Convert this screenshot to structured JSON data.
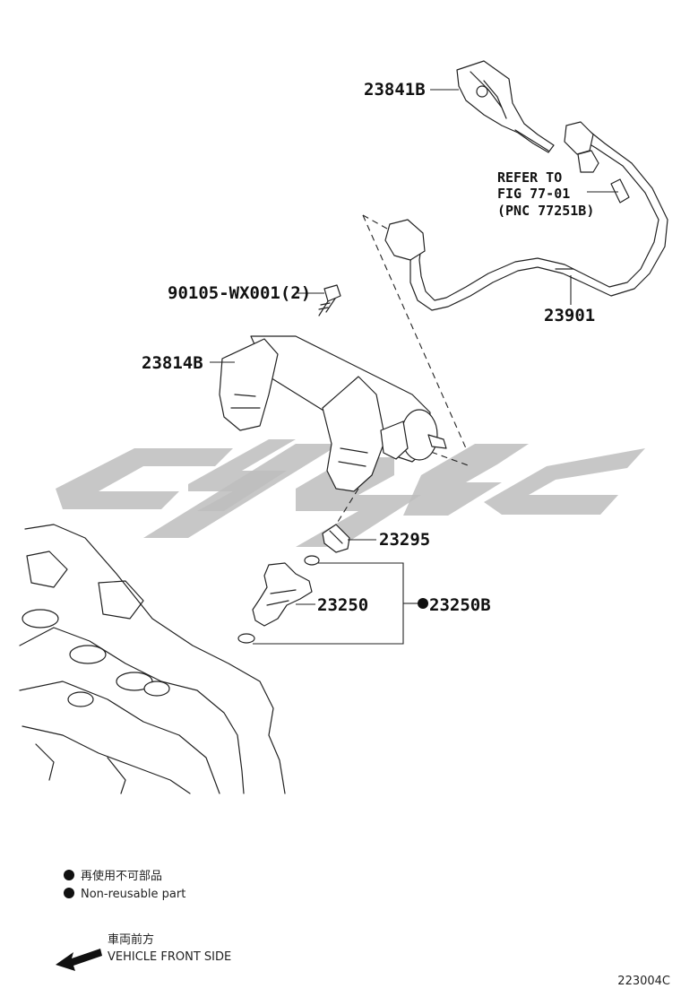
{
  "diagram": {
    "parts": [
      {
        "id": "p1",
        "number": "23841B"
      },
      {
        "id": "p2",
        "number": "90105-WX001(2)"
      },
      {
        "id": "p3",
        "number": "23814B"
      },
      {
        "id": "p4",
        "number": "23901"
      },
      {
        "id": "p5",
        "number": "23295"
      },
      {
        "id": "p6",
        "number": "23250"
      },
      {
        "id": "p7",
        "number": "23250B"
      }
    ],
    "refer": {
      "line1": "REFER TO",
      "line2": "FIG 77-01",
      "line3": "(PNC 77251B)"
    },
    "legend": {
      "jp": "再使用不可部品",
      "en": "Non-reusable part"
    },
    "front": {
      "jp": "車両前方",
      "en": "VEHICLE FRONT SIDE"
    },
    "figure_code": "223004C"
  }
}
